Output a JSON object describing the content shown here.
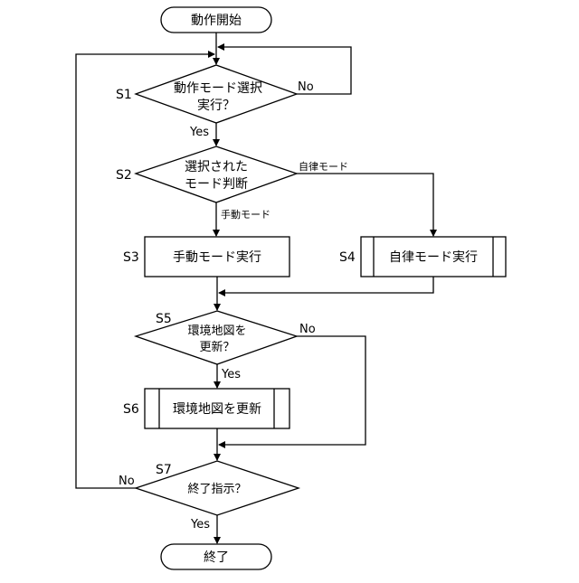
{
  "flowchart": {
    "start": "動作開始",
    "end": "終了",
    "steps": {
      "s1": {
        "id": "S1",
        "line1": "動作モード選択",
        "line2": "実行？",
        "yes": "Yes",
        "no": "No"
      },
      "s2": {
        "id": "S2",
        "line1": "選択された",
        "line2": "モード判断",
        "manual": "手動モード",
        "auto": "自律モード"
      },
      "s3": {
        "id": "S3",
        "text": "手動モード実行"
      },
      "s4": {
        "id": "S4",
        "text": "自律モード実行"
      },
      "s5": {
        "id": "S5",
        "line1": "環境地図を",
        "line2": "更新？",
        "yes": "Yes",
        "no": "No"
      },
      "s6": {
        "id": "S6",
        "text": "環境地図を更新"
      },
      "s7": {
        "id": "S7",
        "text": "終了指示？",
        "yes": "Yes",
        "no": "No"
      }
    }
  }
}
